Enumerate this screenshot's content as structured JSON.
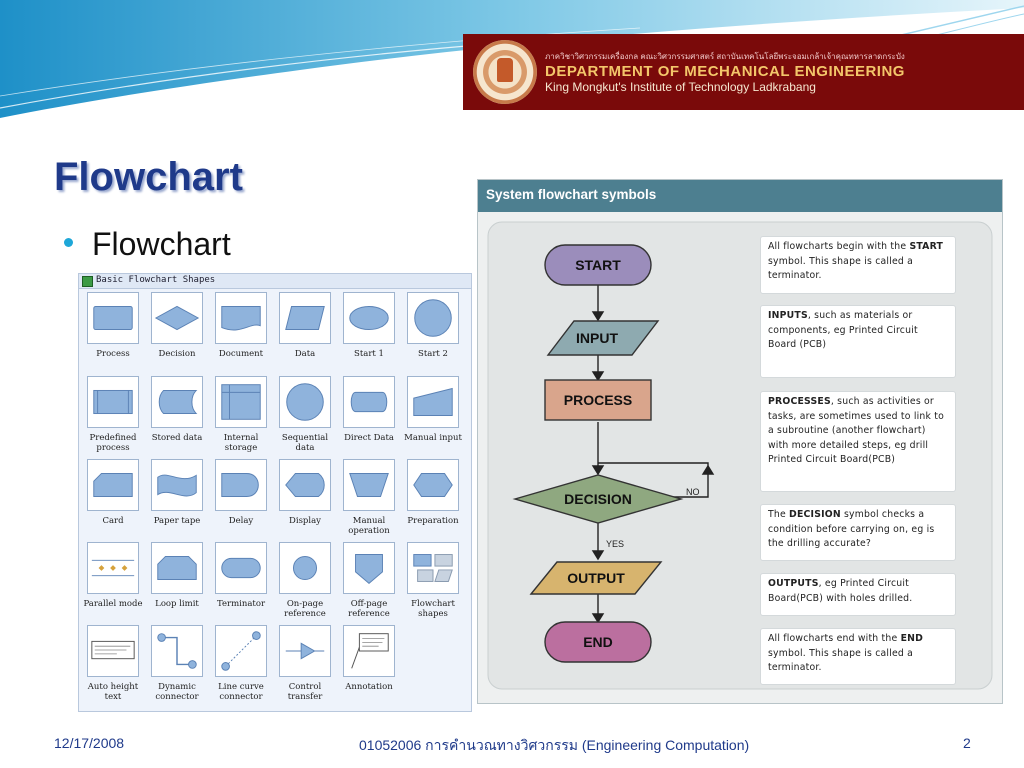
{
  "banner": {
    "thai_line": "ภาควิชาวิศวกรรมเครื่องกล คณะวิศวกรรมศาสตร์ สถาบันเทคโนโลยีพระจอมเกล้าเจ้าคุณทหารลาดกระบัง",
    "department": "DEPARTMENT OF MECHANICAL ENGINEERING",
    "institute": "King Mongkut's Institute of Technology Ladkrabang"
  },
  "title": "Flowchart",
  "bullet": "Flowchart",
  "palette": {
    "header": "Basic Flowchart Shapes",
    "shapes": [
      {
        "label": "Process"
      },
      {
        "label": "Decision"
      },
      {
        "label": "Document"
      },
      {
        "label": "Data"
      },
      {
        "label": "Start 1"
      },
      {
        "label": "Start 2"
      },
      {
        "label": "Predefined process"
      },
      {
        "label": "Stored data"
      },
      {
        "label": "Internal storage"
      },
      {
        "label": "Sequential data"
      },
      {
        "label": "Direct Data"
      },
      {
        "label": "Manual input"
      },
      {
        "label": "Card"
      },
      {
        "label": "Paper tape"
      },
      {
        "label": "Delay"
      },
      {
        "label": "Display"
      },
      {
        "label": "Manual operation"
      },
      {
        "label": "Preparation"
      },
      {
        "label": "Parallel mode"
      },
      {
        "label": "Loop limit"
      },
      {
        "label": "Terminator"
      },
      {
        "label": "On-page reference"
      },
      {
        "label": "Off-page reference"
      },
      {
        "label": "Flowchart shapes"
      },
      {
        "label": "Auto height text"
      },
      {
        "label": "Dynamic connector"
      },
      {
        "label": "Line curve connector"
      },
      {
        "label": "Control transfer"
      },
      {
        "label": "Annotation"
      }
    ]
  },
  "system": {
    "heading": "System flowchart symbols",
    "steps": {
      "start": "START",
      "input": "INPUT",
      "process": "PROCESS",
      "decision": "DECISION",
      "output": "OUTPUT",
      "end": "END"
    },
    "branch": {
      "no": "NO",
      "yes": "YES"
    },
    "notes": {
      "n1": {
        "a": "All flowcharts begin with the ",
        "b": "START",
        "c": " symbol. This shape is called a terminator."
      },
      "n2": {
        "a": "INPUTS",
        "b": ", such as materials or components, eg Printed Circuit Board (PCB)"
      },
      "n3": {
        "a": "PROCESSES",
        "b": ", such as activities or tasks, are sometimes used to link to a subroutine (another flowchart) with more detailed steps, eg drill Printed Circuit Board(PCB)"
      },
      "n4": {
        "a": "The ",
        "b": "DECISION",
        "c": " symbol checks a condition before carrying on, eg is the drilling accurate?"
      },
      "n5": {
        "a": "OUTPUTS",
        "b": ", eg Printed Circuit Board(PCB) with holes drilled."
      },
      "n6": {
        "a": "All flowcharts end with the ",
        "b": "END",
        "c": " symbol. This shape is called a terminator."
      }
    }
  },
  "footer": {
    "date": "12/17/2008",
    "course": "01052006 การคำนวณทางวิศวกรรม (Engineering Computation)",
    "page": "2"
  }
}
